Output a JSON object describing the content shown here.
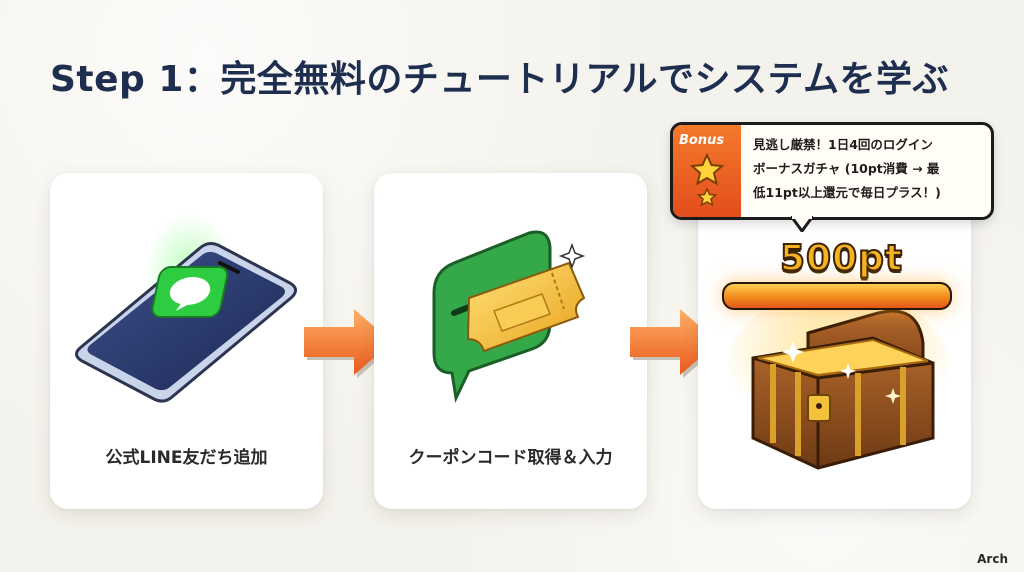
{
  "title": "Step 1：完全無料のチュートリアルでシステムを学ぶ",
  "steps": [
    {
      "label": "公式LINE友だち追加",
      "icon": "line-phone-icon"
    },
    {
      "label": "クーポンコード取得＆入力",
      "icon": "coupon-ticket-icon"
    },
    {
      "label": "",
      "icon": "treasure-chest-icon"
    }
  ],
  "bonus": {
    "tag": "Bonus",
    "lines": [
      "見逃し厳禁！1日4回のログイン",
      "ボーナスガチャ (10pt消費 → 最",
      "低11pt以上還元で毎日プラス！)"
    ]
  },
  "points": {
    "label": "500pt",
    "progress": 1.0
  },
  "logo": {
    "text": "Arch"
  },
  "colors": {
    "title": "#1e2e4f",
    "arrow": "#f07a2a",
    "line_green": "#2ecc40",
    "bonus_orange": "#e85a1f",
    "gold": "#f5b321"
  }
}
